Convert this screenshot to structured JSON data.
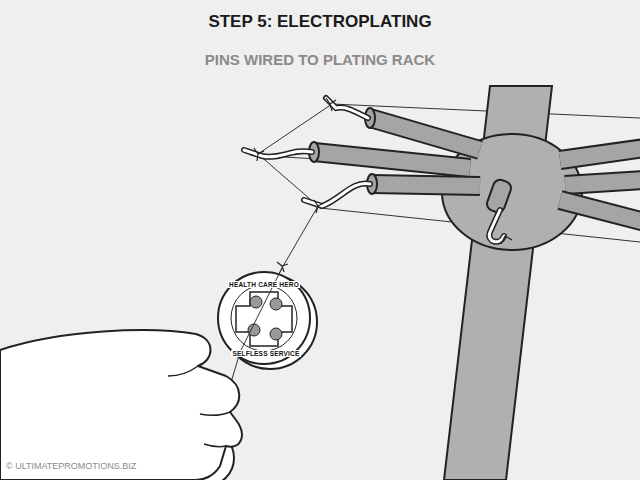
{
  "diagram": {
    "title": "STEP 5: ELECTROPLATING",
    "labels": [
      "PINS WIRED TO PLATING RACK",
      "HEALTH CARE HERO",
      "SELFLESS SERVICE",
      "© ULTIMATEPROMOTIONS.BIZ"
    ]
  }
}
